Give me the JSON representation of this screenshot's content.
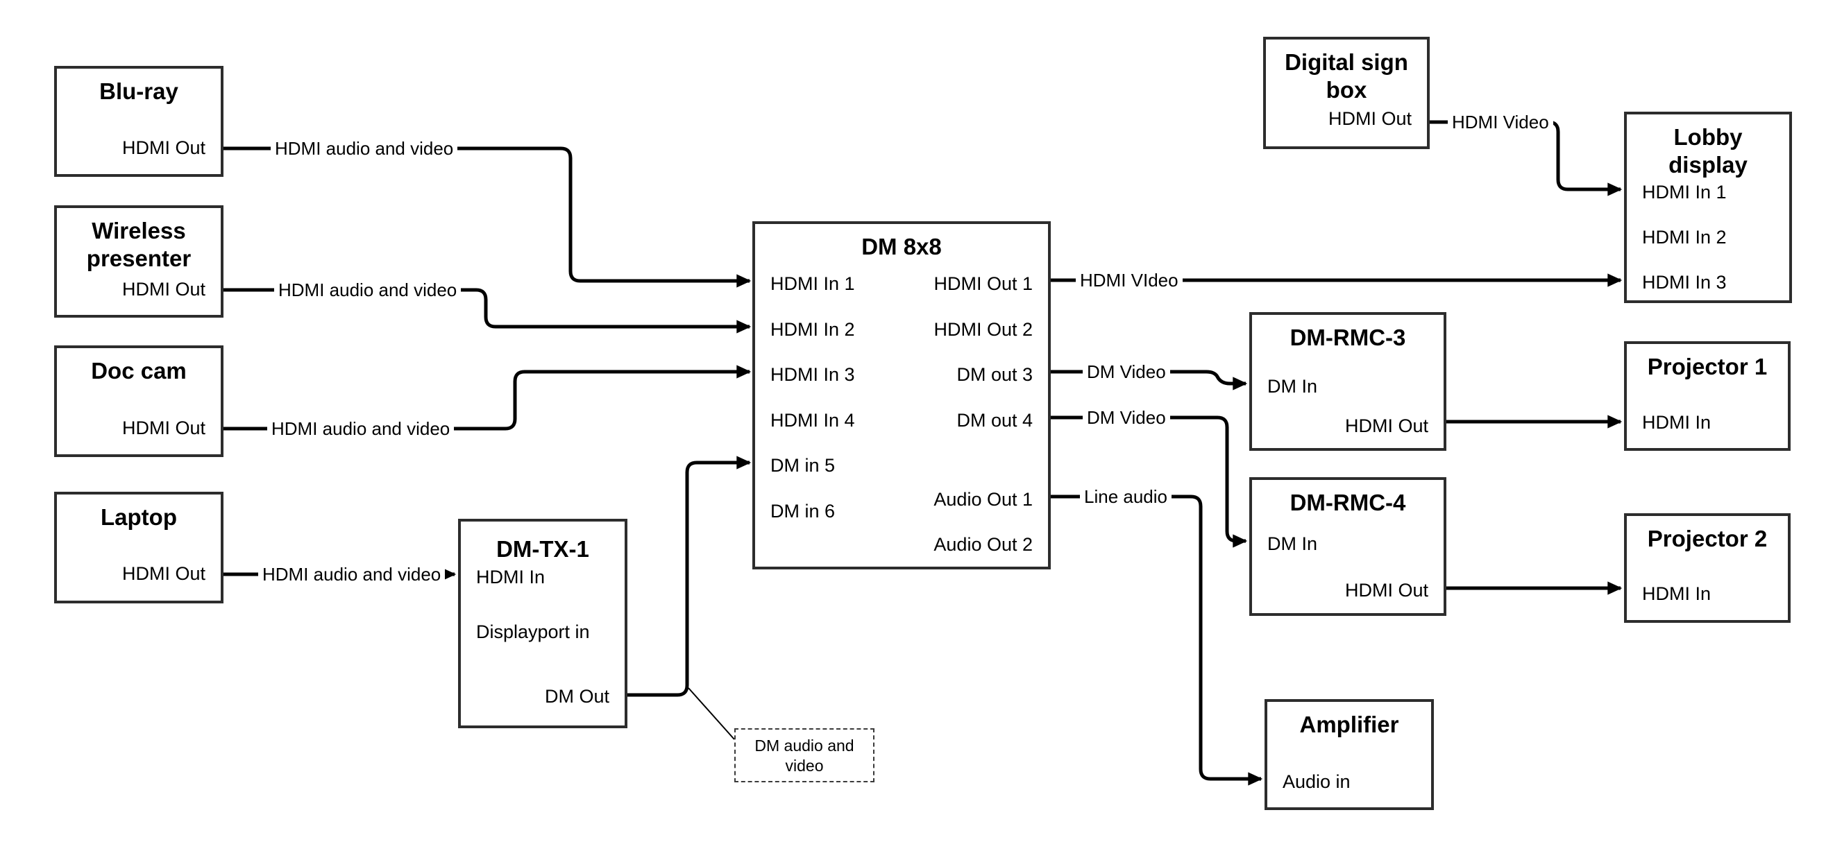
{
  "diagram": {
    "boxes": {
      "blu_ray": {
        "title": "Blu-ray",
        "ports": {
          "hdmi_out": "HDMI Out"
        }
      },
      "wireless_presenter": {
        "title": "Wireless presenter",
        "ports": {
          "hdmi_out": "HDMI Out"
        }
      },
      "doc_cam": {
        "title": "Doc cam",
        "ports": {
          "hdmi_out": "HDMI Out"
        }
      },
      "laptop": {
        "title": "Laptop",
        "ports": {
          "hdmi_out": "HDMI Out"
        }
      },
      "dm_tx_1": {
        "title": "DM-TX-1",
        "ports": {
          "hdmi_in": "HDMI In",
          "displayport_in": "Displayport in",
          "dm_out": "DM Out"
        }
      },
      "dm_8x8": {
        "title": "DM 8x8",
        "ports": {
          "in1": "HDMI In 1",
          "in2": "HDMI In 2",
          "in3": "HDMI In 3",
          "in4": "HDMI In 4",
          "in5": "DM in 5",
          "in6": "DM in 6",
          "out1": "HDMI Out 1",
          "out2": "HDMI Out 2",
          "out3": "DM out 3",
          "out4": "DM out 4",
          "aout1": "Audio Out 1",
          "aout2": "Audio Out 2"
        }
      },
      "digital_sign_box": {
        "title": "Digital sign box",
        "ports": {
          "hdmi_out": "HDMI Out"
        }
      },
      "lobby_display": {
        "title": "Lobby display",
        "ports": {
          "in1": "HDMI In 1",
          "in2": "HDMI In 2",
          "in3": "HDMI In 3"
        }
      },
      "dm_rmc_3": {
        "title": "DM-RMC-3",
        "ports": {
          "dm_in": "DM In",
          "hdmi_out": "HDMI Out"
        }
      },
      "projector_1": {
        "title": "Projector 1",
        "ports": {
          "hdmi_in": "HDMI In"
        }
      },
      "dm_rmc_4": {
        "title": "DM-RMC-4",
        "ports": {
          "dm_in": "DM In",
          "hdmi_out": "HDMI Out"
        }
      },
      "projector_2": {
        "title": "Projector 2",
        "ports": {
          "hdmi_in": "HDMI In"
        }
      },
      "amplifier": {
        "title": "Amplifier",
        "ports": {
          "audio_in": "Audio in"
        }
      }
    },
    "wire_labels": {
      "blu_ray_to_dm8x8": "HDMI audio and video",
      "wireless_to_dm8x8": "HDMI audio and video",
      "doc_cam_to_dm8x8": "HDMI audio and video",
      "laptop_to_dm_tx_1": "HDMI audio and video",
      "hdmi_out1_to_lobby": "HDMI VIdeo",
      "dm_out3_to_rmc3": "DM Video",
      "dm_out4_to_rmc4": "DM Video",
      "audio_out1_to_amp": "Line audio",
      "digital_sign_to_lobby": "HDMI Video"
    },
    "note": {
      "text": "DM audio and video"
    },
    "colors": {
      "background": "#ffffff",
      "wire": "#000000",
      "box_border": "#2d2d2d",
      "text": "#000000"
    }
  }
}
